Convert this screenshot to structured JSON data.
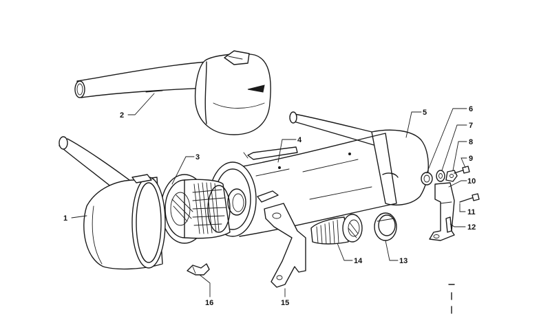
{
  "parts": [
    {
      "id": "part-1",
      "label": "1"
    },
    {
      "id": "part-2",
      "label": "2"
    },
    {
      "id": "part-3",
      "label": "3"
    },
    {
      "id": "part-4",
      "label": "4"
    },
    {
      "id": "part-5",
      "label": "5"
    },
    {
      "id": "part-6",
      "label": "6"
    },
    {
      "id": "part-7",
      "label": "7"
    },
    {
      "id": "part-8",
      "label": "8"
    },
    {
      "id": "part-9",
      "label": "9"
    },
    {
      "id": "part-10",
      "label": "10"
    },
    {
      "id": "part-11",
      "label": "11"
    },
    {
      "id": "part-12",
      "label": "12"
    },
    {
      "id": "part-13",
      "label": "13"
    },
    {
      "id": "part-14",
      "label": "14"
    },
    {
      "id": "part-15",
      "label": "15"
    },
    {
      "id": "part-16",
      "label": "16"
    }
  ],
  "colors": {
    "ink": "#1a1a1a",
    "paper": "#ffffff"
  }
}
